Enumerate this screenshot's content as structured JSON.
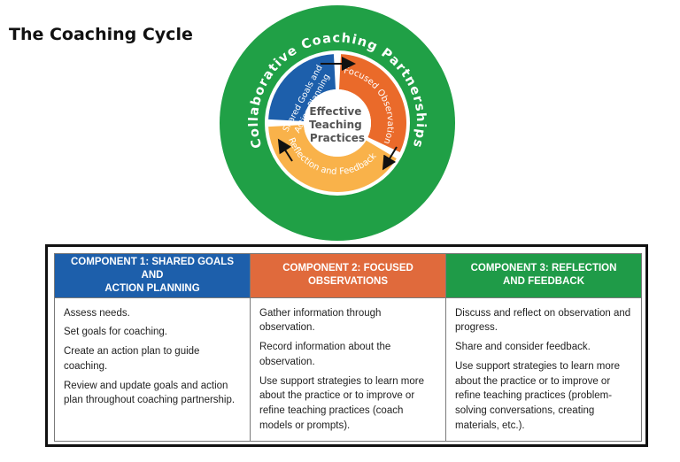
{
  "title": "The Coaching Cycle",
  "colors": {
    "blue": "#1d5fab",
    "orange": "#ea6a2a",
    "yellow": "#f9b24a",
    "green": "#20a046",
    "white": "#ffffff"
  },
  "cycle": {
    "outer_label": "Collaborative Coaching Partnerships",
    "center_label": [
      "Effective",
      "Teaching",
      "Practices"
    ],
    "segments": [
      {
        "name": "shared-goals",
        "label_lines": [
          "Shared Goals and",
          "Action Planning"
        ]
      },
      {
        "name": "focused-observation",
        "label_lines": [
          "Focused Observation"
        ]
      },
      {
        "name": "reflection-feedback",
        "label_lines": [
          "Reflection and Feedback"
        ]
      }
    ]
  },
  "components": [
    {
      "header_lines": [
        "COMPONENT 1: SHARED GOALS AND",
        "ACTION PLANNING"
      ],
      "color": "#1d5fab",
      "items": [
        "Assess needs.",
        "Set goals for coaching.",
        "Create an action plan to guide coaching.",
        "Review and update goals and action plan throughout coaching partnership."
      ]
    },
    {
      "header_lines": [
        "COMPONENT 2: FOCUSED",
        "OBSERVATIONS"
      ],
      "color": "#e06a3c",
      "items": [
        "Gather information through observation.",
        "Record information about the observation.",
        "Use support strategies to learn more about the practice or to improve or refine teaching practices (coach models or prompts)."
      ]
    },
    {
      "header_lines": [
        "COMPONENT 3: REFLECTION",
        "AND FEEDBACK"
      ],
      "color": "#1f9b48",
      "items": [
        "Discuss and reflect on observation and progress.",
        "Share and consider feedback.",
        "Use support strategies to learn more about the practice or to improve or refine teaching practices (problem-solving conversations, creating materials, etc.)."
      ]
    }
  ]
}
